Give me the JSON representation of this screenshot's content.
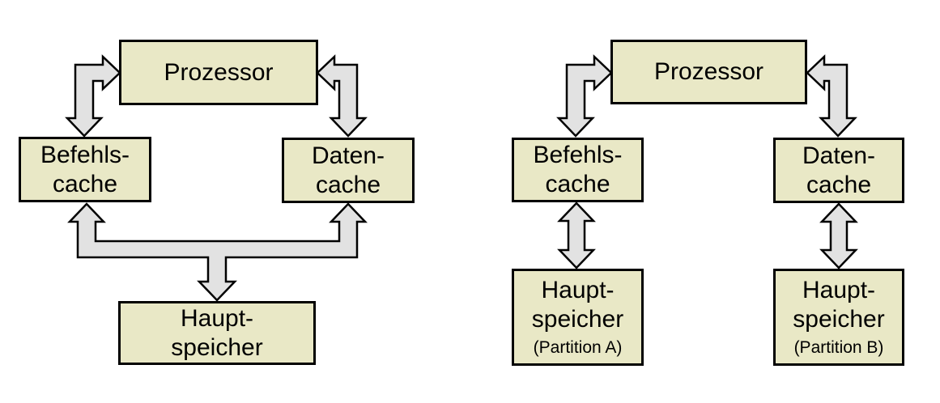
{
  "colors": {
    "background": "#ffffff",
    "box_fill": "#e9e8c6",
    "box_border": "#000000",
    "arrow_fill": "#e2e2e2",
    "arrow_border": "#000000",
    "text": "#000000"
  },
  "left_diagram": {
    "processor": {
      "label": "Prozessor"
    },
    "instruction_cache": {
      "line1": "Befehls-",
      "line2": "cache"
    },
    "data_cache": {
      "line1": "Daten-",
      "line2": "cache"
    },
    "main_memory": {
      "line1": "Haupt-",
      "line2": "speicher"
    },
    "connections": [
      "Prozessor <-> Befehls-cache",
      "Prozessor <-> Daten-cache",
      "Befehls-cache + Daten-cache <-> Haupt-speicher (shared bus)"
    ]
  },
  "right_diagram": {
    "processor": {
      "label": "Prozessor"
    },
    "instruction_cache": {
      "line1": "Befehls-",
      "line2": "cache"
    },
    "data_cache": {
      "line1": "Daten-",
      "line2": "cache"
    },
    "main_memory_a": {
      "line1": "Haupt-",
      "line2": "speicher",
      "line3": "(Partition A)"
    },
    "main_memory_b": {
      "line1": "Haupt-",
      "line2": "speicher",
      "line3": "(Partition B)"
    },
    "connections": [
      "Prozessor <-> Befehls-cache",
      "Prozessor <-> Daten-cache",
      "Befehls-cache <-> Haupt-speicher (Partition A)",
      "Daten-cache <-> Haupt-speicher (Partition B)"
    ]
  }
}
